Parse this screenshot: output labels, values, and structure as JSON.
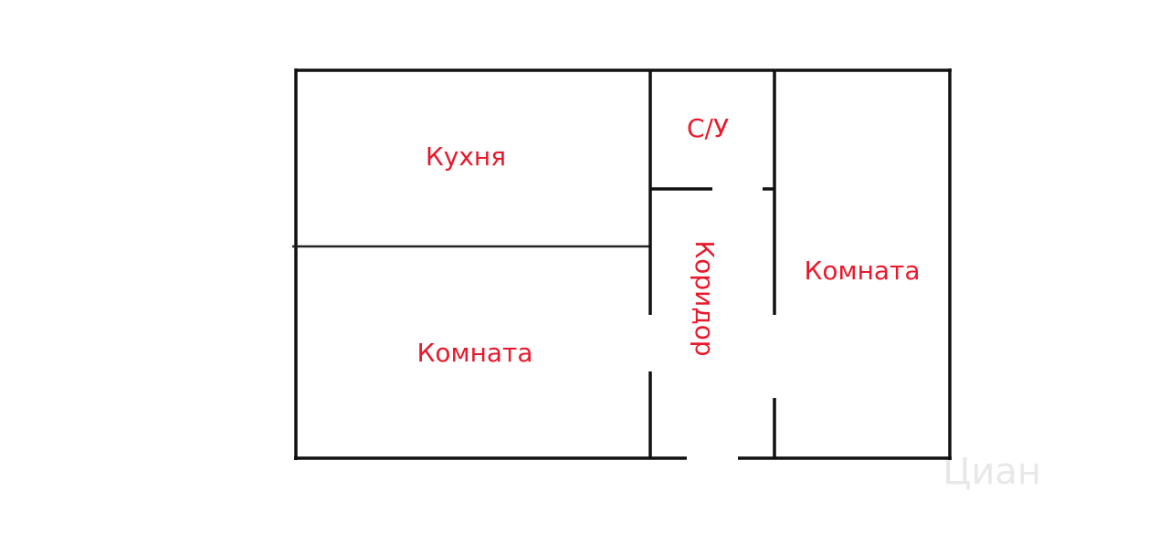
{
  "diagram": {
    "rooms": {
      "kitchen": "Кухня",
      "bathroom": "С/У",
      "corridor": "Коридор",
      "room_left": "Комната",
      "room_right": "Комната"
    },
    "watermark": "Циан",
    "colors": {
      "label": "#e8192c",
      "wall": "#111111",
      "background": "#ffffff",
      "watermark": "#e8e8e8"
    }
  }
}
